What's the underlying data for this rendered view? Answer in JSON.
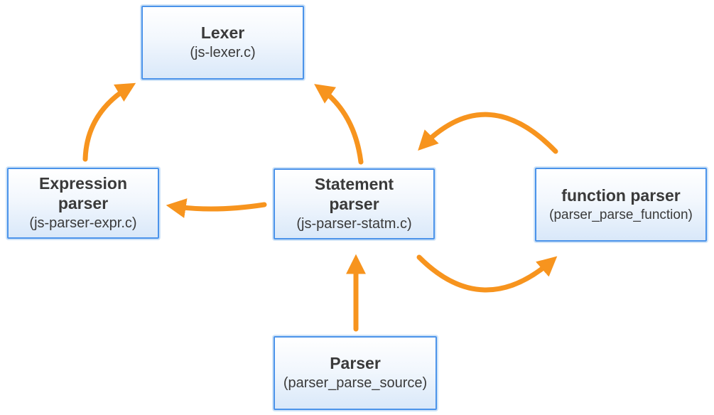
{
  "diagram": {
    "description": "Parser module architecture diagram with orange flow arrows between blue boxes",
    "nodes": {
      "lexer": {
        "title": "Lexer",
        "subtitle": "(js-lexer.c)"
      },
      "expression_parser": {
        "title": "Expression parser",
        "subtitle": "(js-parser-expr.c)"
      },
      "statement_parser": {
        "title": "Statement parser",
        "subtitle": "(js-parser-statm.c)"
      },
      "function_parser": {
        "title": "function parser",
        "subtitle": "(parser_parse_function)"
      },
      "parser": {
        "title": "Parser",
        "subtitle": "(parser_parse_source)"
      }
    },
    "edges": [
      {
        "from": "expression_parser",
        "to": "lexer"
      },
      {
        "from": "statement_parser",
        "to": "lexer"
      },
      {
        "from": "statement_parser",
        "to": "expression_parser"
      },
      {
        "from": "function_parser",
        "to": "statement_parser"
      },
      {
        "from": "statement_parser",
        "to": "function_parser"
      },
      {
        "from": "parser",
        "to": "statement_parser"
      }
    ],
    "colors": {
      "arrow": "#F7941E",
      "box_border": "#4B93EA",
      "box_fill_top": "#FFFFFF",
      "box_fill_bottom": "#D9E8F9",
      "text": "#3A3A3A"
    }
  }
}
